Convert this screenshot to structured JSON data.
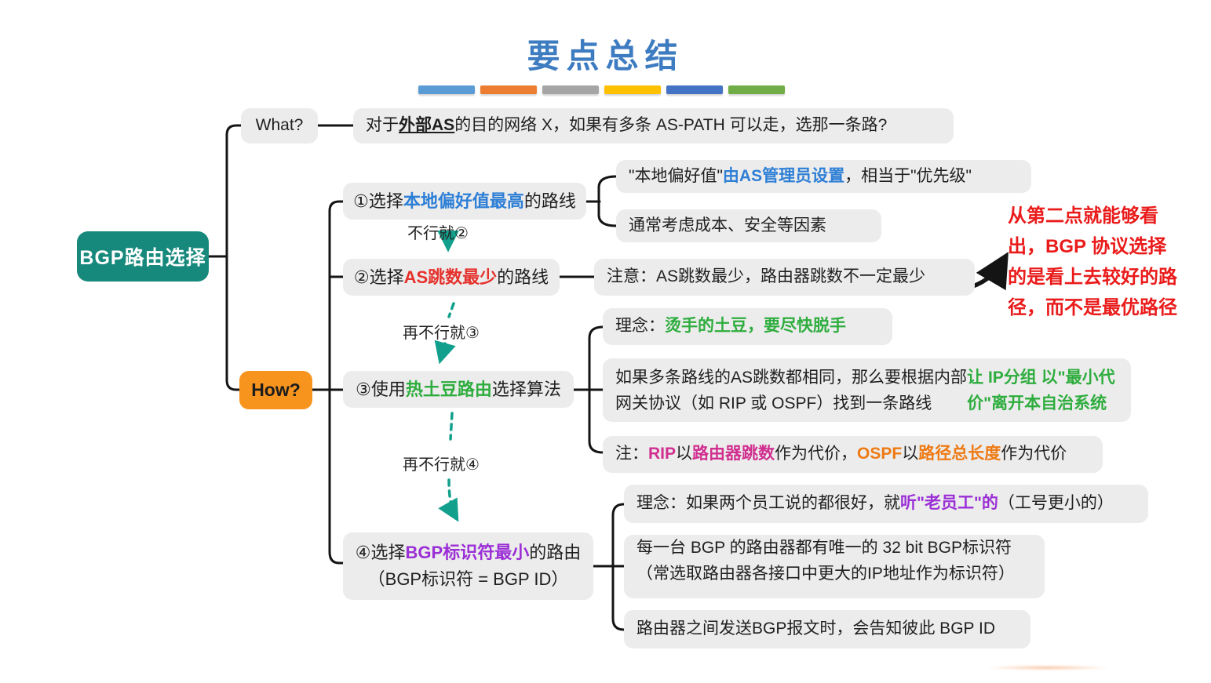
{
  "title": "要点总结",
  "bars": [
    "#5B9BD5",
    "#ED7D31",
    "#A5A5A5",
    "#FFC000",
    "#4472C4",
    "#70AD47"
  ],
  "colors": {
    "root_bg": "#17897C",
    "how_bg": "#F7941E",
    "title_blue": "#3E7CC1",
    "note_bg": "#ECECEC",
    "annotation_red": "#EA1B1B",
    "dashed_arrow_teal": "#12A08D",
    "accent_blue": "#2E7FD6",
    "accent_red": "#E5322D",
    "accent_green": "#2EAD3E",
    "accent_purple": "#9B2FD6",
    "accent_magenta": "#D12F8F",
    "accent_orange": "#EE7A14"
  },
  "root": {
    "label": "BGP路由选择"
  },
  "what": {
    "label": "What?",
    "question": [
      {
        "t": "对于"
      },
      {
        "t": "外部AS",
        "c": "bu"
      },
      {
        "t": "的目的网络 X，如果有多条 AS-PATH 可以走，选那一条路?"
      }
    ]
  },
  "how": {
    "label": "How?",
    "steps": {
      "s1": [
        {
          "t": "①选择"
        },
        {
          "t": "本地偏好值最高",
          "c": "blue"
        },
        {
          "t": "的路线"
        }
      ],
      "s2": [
        {
          "t": "②选择"
        },
        {
          "t": "AS跳数最少",
          "c": "red"
        },
        {
          "t": "的路线"
        }
      ],
      "s3": [
        {
          "t": "③使用"
        },
        {
          "t": "热土豆路由",
          "c": "green"
        },
        {
          "t": "选择算法"
        }
      ],
      "s4_line1": [
        {
          "t": "④选择"
        },
        {
          "t": "BGP标识符最小",
          "c": "purple"
        },
        {
          "t": "的路由"
        }
      ],
      "s4_line2": "（BGP标识符 = BGP ID）"
    },
    "between": {
      "b1": "不行就②",
      "b2": "再不行就③",
      "b3": "再不行就④"
    },
    "notes": {
      "n1a": [
        {
          "t": "\"本地偏好值\""
        },
        {
          "t": "由AS管理员设置",
          "c": "blue"
        },
        {
          "t": "，相当于\"优先级\""
        }
      ],
      "n1b": "通常考虑成本、安全等因素",
      "n2a": "注意：AS跳数最少，路由器跳数不一定最少",
      "n3a": [
        {
          "t": "理念："
        },
        {
          "t": "烫手的土豆，要尽快脱手",
          "c": "green"
        }
      ],
      "n3b": [
        {
          "t": "如果多条路线的AS跳数都相同，那么要根据内部网关协议（如 RIP 或 OSPF）找到一条路线"
        },
        {
          "t": "让 IP分组 以\"最小代价\"离开本自治系统",
          "c": "green"
        }
      ],
      "n3c": [
        {
          "t": "注："
        },
        {
          "t": "RIP",
          "c": "magenta"
        },
        {
          "t": "以"
        },
        {
          "t": "路由器跳数",
          "c": "magenta"
        },
        {
          "t": "作为代价，"
        },
        {
          "t": "OSPF",
          "c": "orange"
        },
        {
          "t": "以"
        },
        {
          "t": "路径总长度",
          "c": "orange"
        },
        {
          "t": "作为代价"
        }
      ],
      "n4a": [
        {
          "t": "理念：如果两个员工说的都很好，就"
        },
        {
          "t": "听\"老员工\"的",
          "c": "purple"
        },
        {
          "t": "（工号更小的）"
        }
      ],
      "n4b_line1": "每一台 BGP 的路由器都有唯一的 32 bit BGP标识符",
      "n4b_line2": "（常选取路由器各接口中更大的IP地址作为标识符）",
      "n4c": "路由器之间发送BGP报文时，会告知彼此 BGP ID"
    }
  },
  "annotation": {
    "lines": [
      "从第二点就能够看",
      "出，BGP 协议选择",
      "的是看上去较好的路",
      "径，而不是最优路径"
    ]
  }
}
